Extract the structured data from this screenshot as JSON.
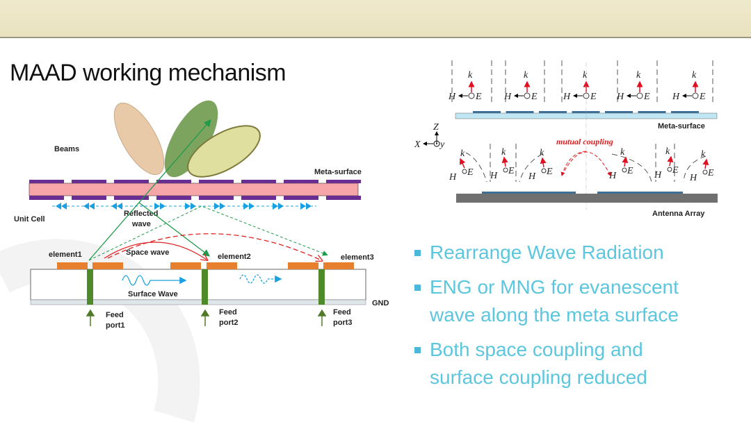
{
  "slide": {
    "title": "MAAD working mechanism"
  },
  "left_diagram": {
    "beams": "Beams",
    "meta_surface": "Meta-surface",
    "unit_cell": "Unit Cell",
    "reflected_wave": [
      "Reflected",
      "wave"
    ],
    "space_wave": "Space wave",
    "surface_wave": "Surface Wave",
    "gnd": "GND",
    "elements": [
      "element1",
      "element2",
      "element3"
    ],
    "feeds": [
      [
        "Feed",
        "port1"
      ],
      [
        "Feed",
        "port2"
      ],
      [
        "Feed",
        "port3"
      ]
    ]
  },
  "right_diagram": {
    "meta_surface": "Meta-surface",
    "antenna_array": "Antenna Array",
    "mutual_coupling": "mutual coupling",
    "axis": {
      "z": "Z",
      "x": "X",
      "y": "y"
    },
    "vec": {
      "k": "k",
      "h": "H",
      "e": "E"
    }
  },
  "bullets": [
    {
      "lines": [
        "Rearrange Wave Radiation"
      ]
    },
    {
      "lines": [
        "ENG or MNG for evanescent",
        "wave along the meta surface"
      ]
    },
    {
      "lines": [
        "Both space coupling and",
        "surface coupling reduced"
      ]
    }
  ],
  "colors": {
    "accent": "#5cc6de",
    "purple": "#6a2d91",
    "pink": "#f6a5a8",
    "orange": "#e6802f",
    "red": "#e02020",
    "green": "#2a9a4a"
  }
}
